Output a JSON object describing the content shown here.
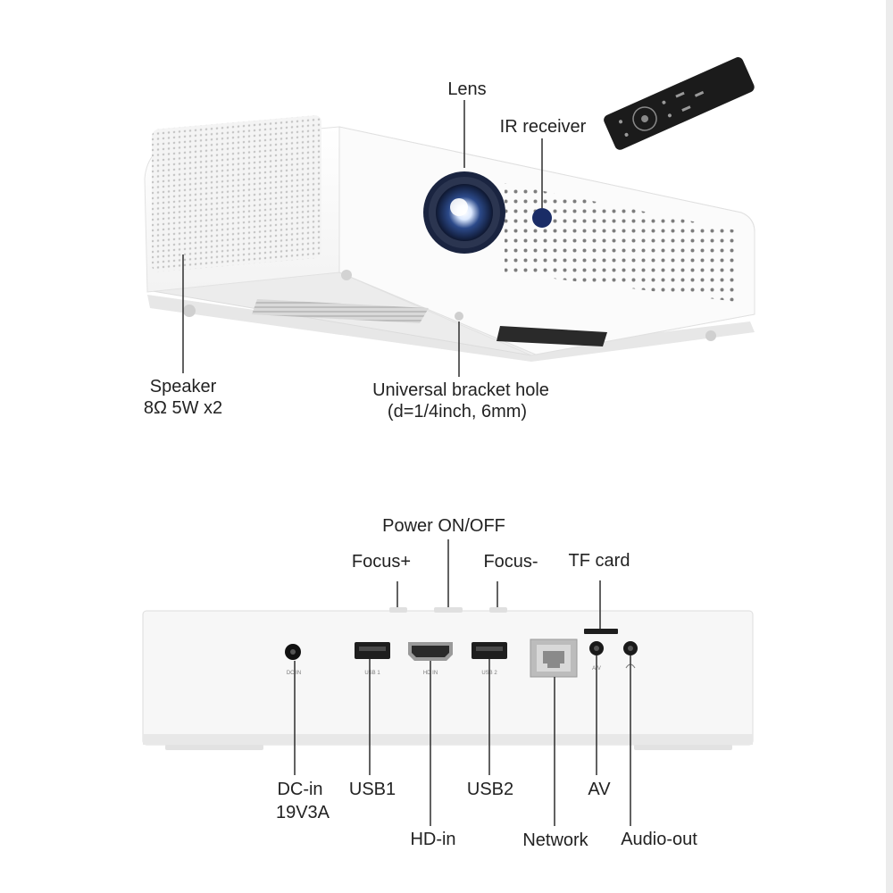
{
  "top": {
    "labels": {
      "lens": "Lens",
      "ir_receiver": "IR receiver",
      "speaker_line1": "Speaker",
      "speaker_line2": "8Ω 5W x2",
      "bracket_line1": "Universal bracket hole",
      "bracket_line2": "(d=1/4inch, 6mm)"
    }
  },
  "bottom": {
    "labels": {
      "power": "Power ON/OFF",
      "focus_plus": "Focus+",
      "focus_minus": "Focus-",
      "tf_card": "TF card",
      "dc_in_line1": "DC-in",
      "dc_in_line2": "19V3A",
      "usb1": "USB1",
      "hd_in": "HD-in",
      "usb2": "USB2",
      "network": "Network",
      "av": "AV",
      "audio_out": "Audio-out"
    },
    "port_markings": {
      "dc_in": "DC IN",
      "usb1": "USB 1",
      "hd_in": "HD  IN",
      "usb2": "USB 2",
      "av": "A/V"
    }
  },
  "colors": {
    "body": "#f7f7f7",
    "shadow": "#e3e3e3",
    "lens": "#1d2a44",
    "ir": "#1a2c66",
    "remote": "#1b1b1b",
    "leader": "#3a3a3a"
  }
}
